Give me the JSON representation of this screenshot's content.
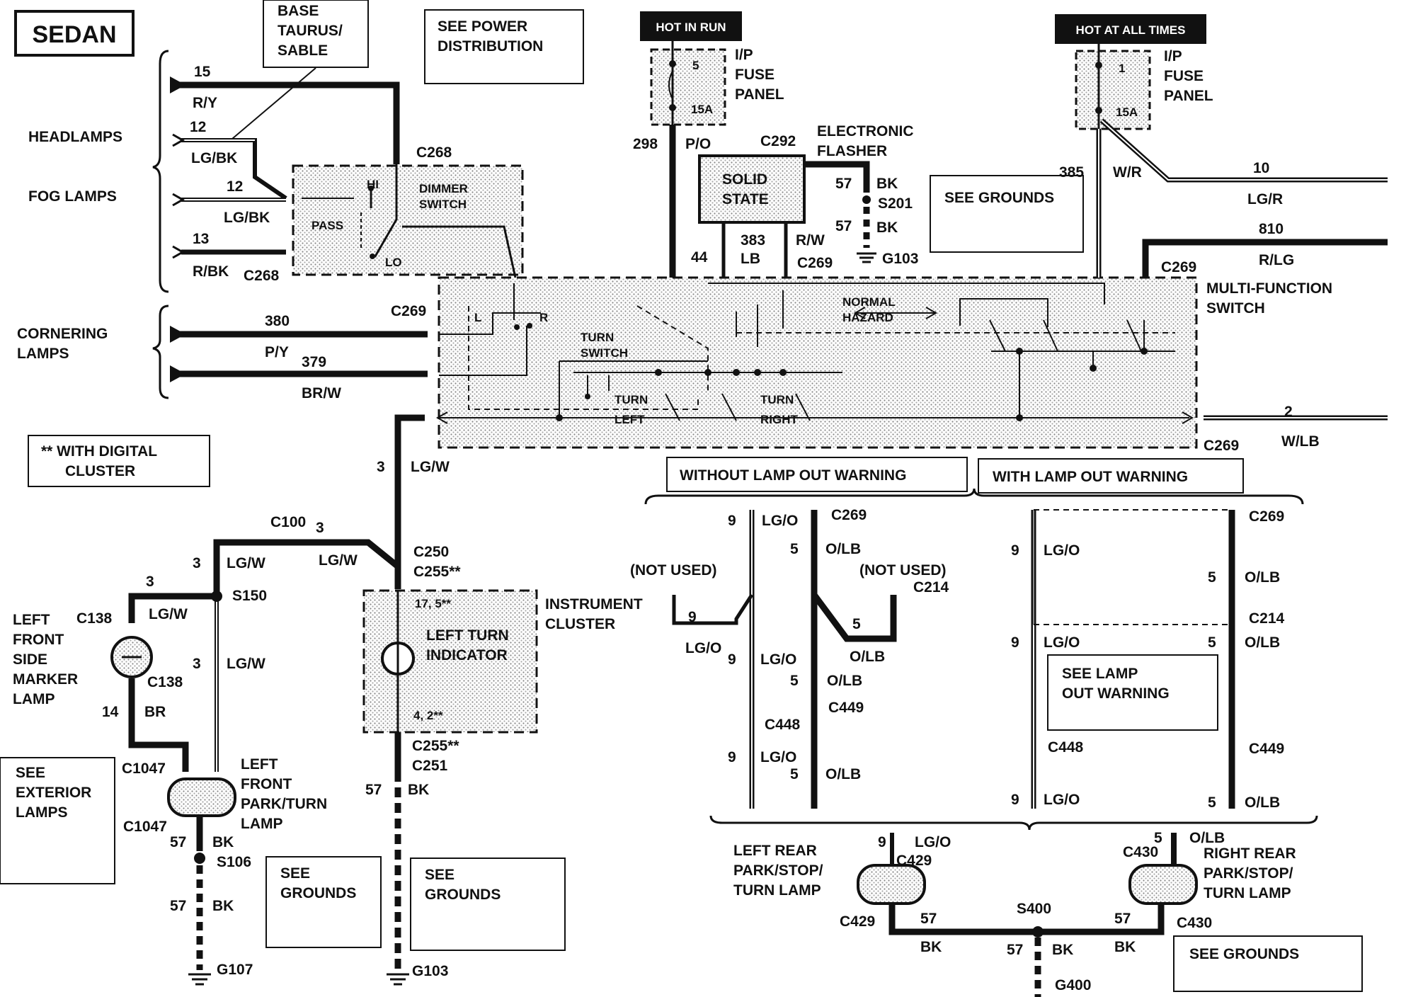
{
  "title": "SEDAN",
  "badges": {
    "hot_run": "HOT IN RUN",
    "hot_all": "HOT AT ALL TIMES"
  },
  "boxes": {
    "base": [
      "BASE",
      "TAURUS/",
      "SABLE"
    ],
    "power": [
      "SEE POWER",
      "DISTRIBUTION"
    ],
    "digital": [
      "** WITH DIGITAL",
      "CLUSTER"
    ],
    "grounds_top": "SEE GROUNDS",
    "exterior": [
      "SEE",
      "EXTERIOR",
      "LAMPS"
    ],
    "grounds1": [
      "SEE",
      "GROUNDS"
    ],
    "grounds2": [
      "SEE",
      "GROUNDS"
    ],
    "grounds3": "SEE GROUNDS",
    "lamp_out": [
      "SEE LAMP",
      "OUT WARNING"
    ],
    "without_low": "WITHOUT LAMP OUT WARNING",
    "with_low": "WITH LAMP OUT WARNING"
  },
  "components": {
    "headlamps": "HEADLAMPS",
    "fog": "FOG LAMPS",
    "cornering": [
      "CORNERING",
      "LAMPS"
    ],
    "fuse_panel": [
      "I/P",
      "FUSE",
      "PANEL"
    ],
    "fuse1": {
      "num": "5",
      "amp": "15A"
    },
    "fuse2": {
      "num": "1",
      "amp": "15A"
    },
    "flasher": [
      "ELECTRONIC",
      "FLASHER"
    ],
    "solid_state": [
      "SOLID",
      "STATE"
    ],
    "dimmer": [
      "DIMMER",
      "SWITCH"
    ],
    "hi": "HI",
    "lo": "LO",
    "pass": "PASS",
    "multi": [
      "MULTI-FUNCTION",
      "SWITCH"
    ],
    "normal": "NORMAL",
    "hazard": "HAZARD",
    "turn_switch": [
      "TURN",
      "SWITCH"
    ],
    "turn_left": [
      "TURN",
      "LEFT"
    ],
    "turn_right": [
      "TURN",
      "RIGHT"
    ],
    "l": "L",
    "r": "R",
    "instrument": [
      "INSTRUMENT",
      "CLUSTER"
    ],
    "left_turn_ind": [
      "LEFT TURN",
      "INDICATOR"
    ],
    "pins_top": "17, 5**",
    "pins_bot": "4, 2**",
    "not_used": "(NOT USED)",
    "lf_side": [
      "LEFT",
      "FRONT",
      "SIDE",
      "MARKER",
      "LAMP"
    ],
    "lf_park": [
      "LEFT",
      "FRONT",
      "PARK/TURN",
      "LAMP"
    ],
    "lr_park": [
      "LEFT REAR",
      "PARK/STOP/",
      "TURN LAMP"
    ],
    "rr_park": [
      "RIGHT REAR",
      "PARK/STOP/",
      "TURN LAMP"
    ]
  },
  "connectors": {
    "c268": "C268",
    "c269": "C269",
    "c292": "C292",
    "c250": "C250",
    "c255s": "C255**",
    "c251": "C251",
    "c100": "C100",
    "c138": "C138",
    "c1047": "C1047",
    "c214": "C214",
    "c448": "C448",
    "c449": "C449",
    "c429": "C429",
    "c430": "C430",
    "s150": "S150",
    "s106": "S106",
    "s201": "S201",
    "s400": "S400",
    "g103": "G103",
    "g107": "G107",
    "g400": "G400"
  },
  "wires": {
    "n15": "15",
    "ry": "R/Y",
    "n12": "12",
    "lgbk": "LG/BK",
    "n13": "13",
    "rbk": "R/BK",
    "n380": "380",
    "py": "P/Y",
    "n379": "379",
    "brw": "BR/W",
    "n3": "3",
    "lgw": "LG/W",
    "n298": "298",
    "po": "P/O",
    "n57": "57",
    "bk": "BK",
    "n44": "44",
    "n383": "383",
    "lb": "LB",
    "rw": "R/W",
    "n385": "385",
    "wr": "W/R",
    "n10": "10",
    "lgr": "LG/R",
    "n810": "810",
    "rlg": "R/LG",
    "n2": "2",
    "wlb": "W/LB",
    "n9": "9",
    "lgo": "LG/O",
    "n5": "5",
    "olb": "O/LB",
    "n14": "14",
    "br": "BR"
  }
}
